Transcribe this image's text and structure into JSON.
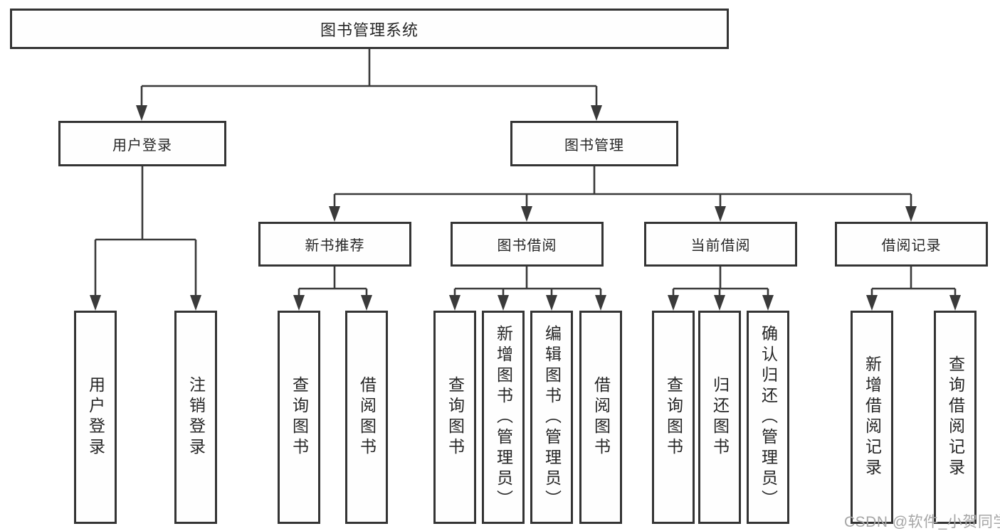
{
  "tree": {
    "root": {
      "label": "图书管理系统"
    },
    "branches": [
      {
        "label": "用户登录",
        "children": [
          "用户登录",
          "注销登录"
        ]
      },
      {
        "label": "图书管理",
        "sections": [
          {
            "label": "新书推荐",
            "children": [
              "查询图书",
              "借阅图书"
            ]
          },
          {
            "label": "图书借阅",
            "children": [
              "查询图书",
              "新增图书（管理员）",
              "编辑图书（管理员）",
              "借阅图书"
            ]
          },
          {
            "label": "当前借阅",
            "children": [
              "查询图书",
              "归还图书",
              "确认归还（管理员）"
            ]
          },
          {
            "label": "借阅记录",
            "children": [
              "新增借阅记录",
              "查询借阅记录"
            ]
          }
        ]
      }
    ]
  },
  "watermark": {
    "label": "CSDN @软件_小贺同学",
    "color": "#a6a6a6"
  },
  "colors": {
    "background": "#ffffff",
    "line": "#3a3a3a",
    "box_border": "#343434",
    "text": "#262626"
  }
}
